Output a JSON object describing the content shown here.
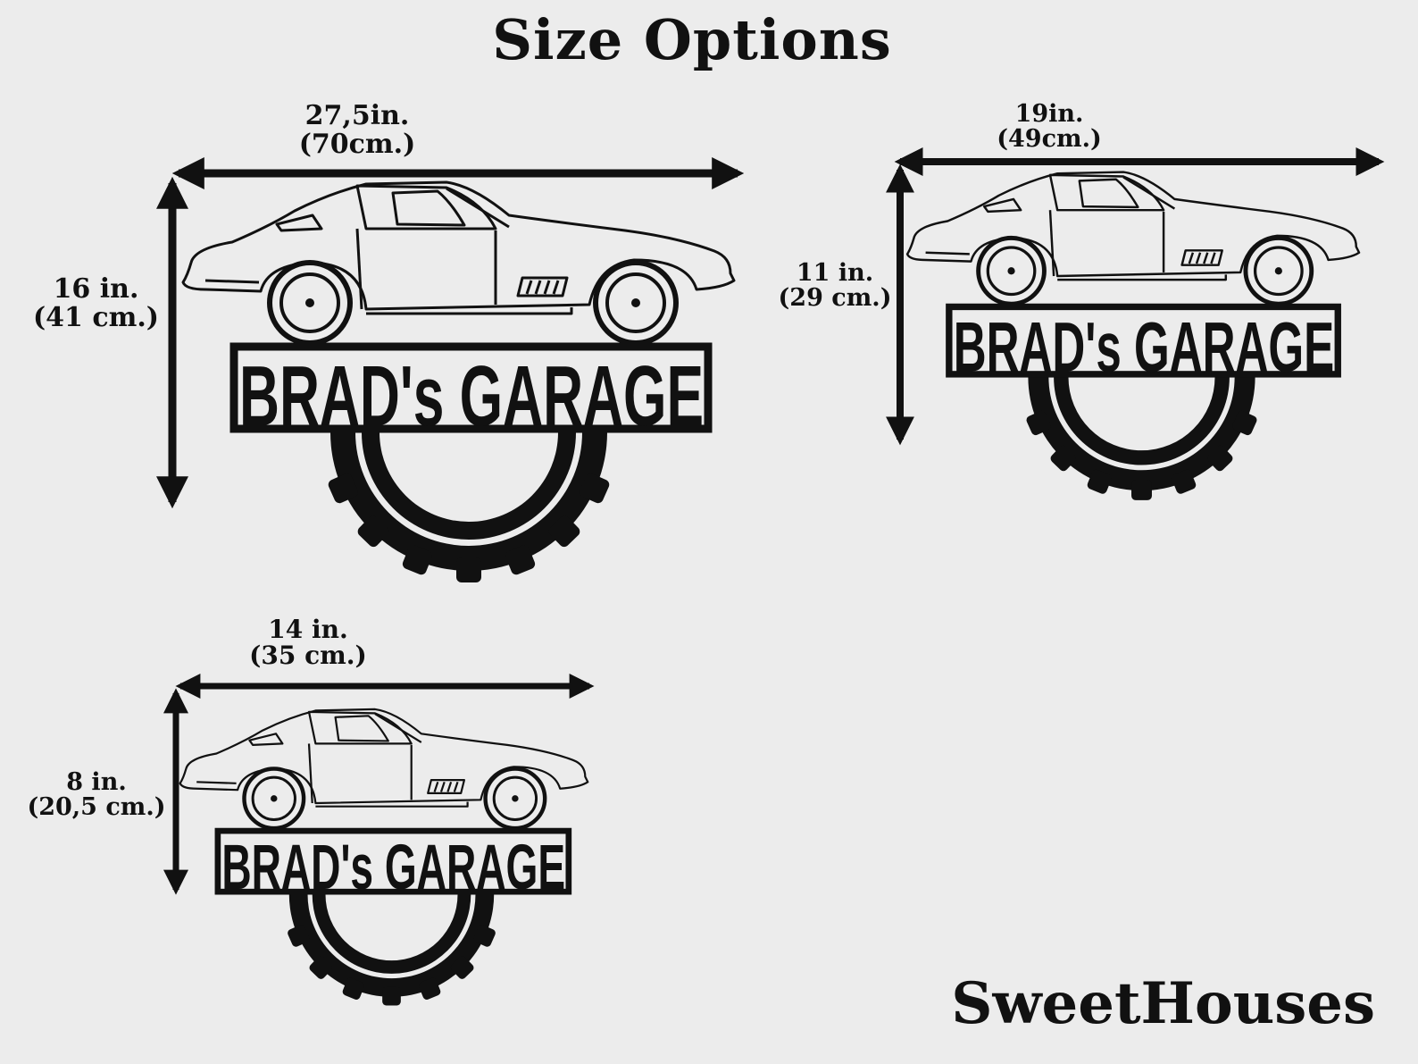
{
  "title": "Size Options",
  "brand": "SweetHouses",
  "sign_text": "BRAD's GARAGE",
  "sizes": [
    {
      "width": "27,5in.",
      "width_cm": "(70cm.)",
      "height": "16 in.",
      "height_cm": "(41 cm.)"
    },
    {
      "width": "19in.",
      "width_cm": "(49cm.)",
      "height": "11 in.",
      "height_cm": "(29 cm.)"
    },
    {
      "width": "14 in.",
      "width_cm": "(35 cm.)",
      "height": "8 in.",
      "height_cm": "(20,5 cm.)"
    }
  ],
  "colors": {
    "background": "#ececec",
    "ink": "#111111"
  }
}
